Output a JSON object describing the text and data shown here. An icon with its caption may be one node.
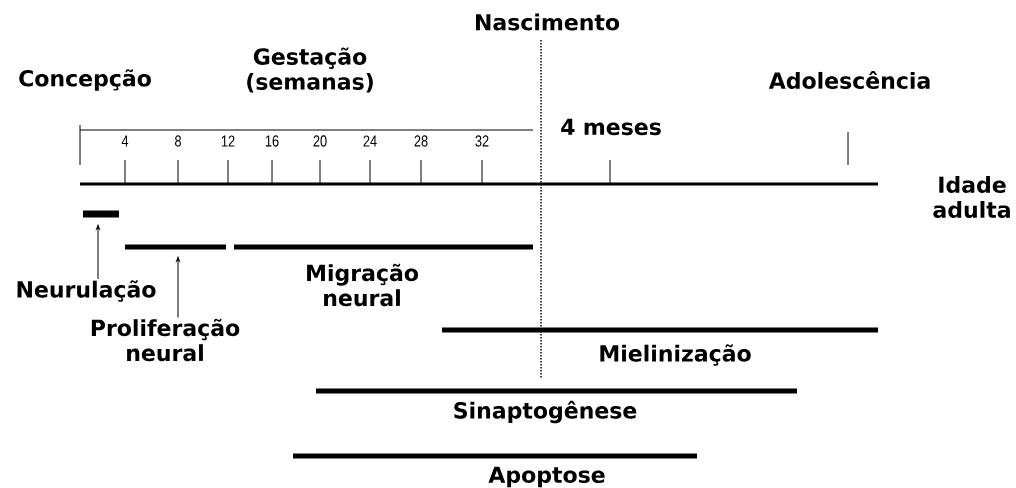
{
  "diagram": {
    "nodes": [
      {
        "text": [
          "Neurulação"
        ]
      },
      {
        "text": [],
        "shape": "bar"
      },
      {
        "text": [
          "Proliferação neural"
        ]
      },
      {
        "text": [],
        "shape": "bar"
      },
      {
        "text": [],
        "shape": "bar",
        "beside": [
          "Migração neural"
        ]
      },
      {
        "text": [],
        "shape": "bar",
        "beside": [
          "Mielinização"
        ]
      },
      {
        "text": [],
        "shape": "bar",
        "beside": [
          "Sinaptogênese"
        ]
      },
      {
        "text": [],
        "shape": "bar",
        "beside": [
          "Apoptose"
        ]
      }
    ],
    "edges": [
      {
        "from": 0,
        "to": 1,
        "arrow": "to"
      },
      {
        "from": 2,
        "to": 3,
        "arrow": "to"
      }
    ],
    "labels": [
      "Nascimento",
      "Concepção",
      "Gestação (semanas)",
      "Adolescência",
      "4 meses",
      "4",
      "8",
      "12",
      "16",
      "20",
      "24",
      "28",
      "32",
      "Idade adulta"
    ]
  }
}
